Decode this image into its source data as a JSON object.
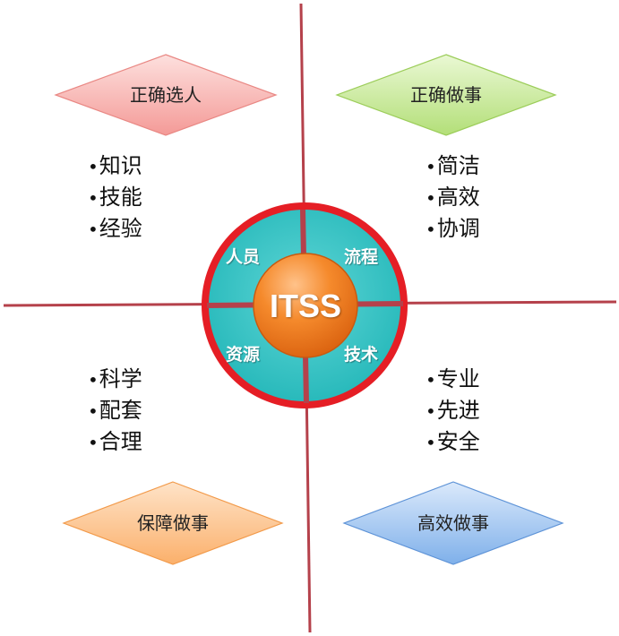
{
  "colors": {
    "axis": "#b5414b",
    "ring_outer": "#e51e25",
    "ring_fill": "#33c4c4",
    "center": "#f07b1e",
    "diamond_top_left": "#f6b3b0",
    "diamond_top_right": "#c7e89b",
    "diamond_bottom_left": "#fcc28e",
    "diamond_bottom_right": "#9fc4ee"
  },
  "center": {
    "label": "ITSS"
  },
  "ring": {
    "top_left": "人员",
    "top_right": "流程",
    "bottom_left": "资源",
    "bottom_right": "技术"
  },
  "quadrants": {
    "top_left": {
      "title": "正确选人",
      "items": [
        "知识",
        "技能",
        "经验"
      ]
    },
    "top_right": {
      "title": "正确做事",
      "items": [
        "简洁",
        "高效",
        "协调"
      ]
    },
    "bottom_left": {
      "title": "保障做事",
      "items": [
        "科学",
        "配套",
        "合理"
      ]
    },
    "bottom_right": {
      "title": "高效做事",
      "items": [
        "专业",
        "先进",
        "安全"
      ]
    }
  }
}
